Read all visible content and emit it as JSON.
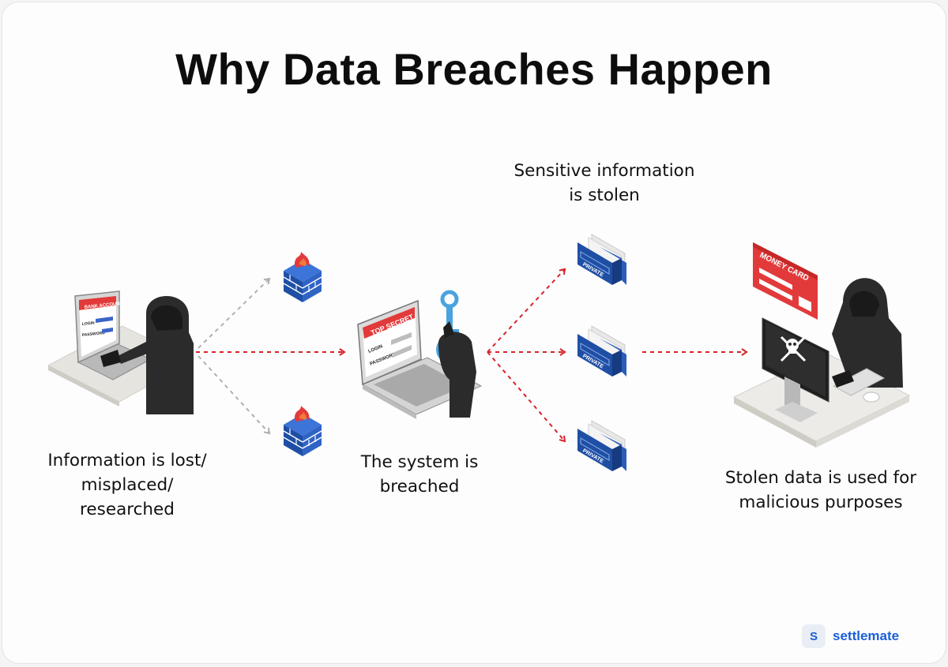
{
  "title": "Why Data Breaches Happen",
  "steps": [
    {
      "label": "Information is lost/\nmisplaced/\nresearched"
    },
    {
      "label": "The system is\nbreached"
    },
    {
      "label": "Sensitive information\nis stolen"
    },
    {
      "label": "Stolen data is used for\nmalicious purposes"
    }
  ],
  "illustrations": {
    "laptop1_banner": "BANK ACCOUNT",
    "laptop1_login": "LOGIN",
    "laptop1_password": "PASSWORD",
    "laptop2_banner": "TOP SECRET",
    "laptop2_login": "LOGIN",
    "laptop2_password": "PASSWORD",
    "folder_label": "PRIVATE",
    "card_label": "MONEY CARD"
  },
  "brand": {
    "badge": "S",
    "name": "settlemate"
  },
  "colors": {
    "arrow_red": "#d8232a",
    "arrow_gray": "#b0b0b0",
    "folder_blue": "#1f4fa5",
    "accent_red": "#e23a3a",
    "brand_blue": "#1a5fd6"
  }
}
